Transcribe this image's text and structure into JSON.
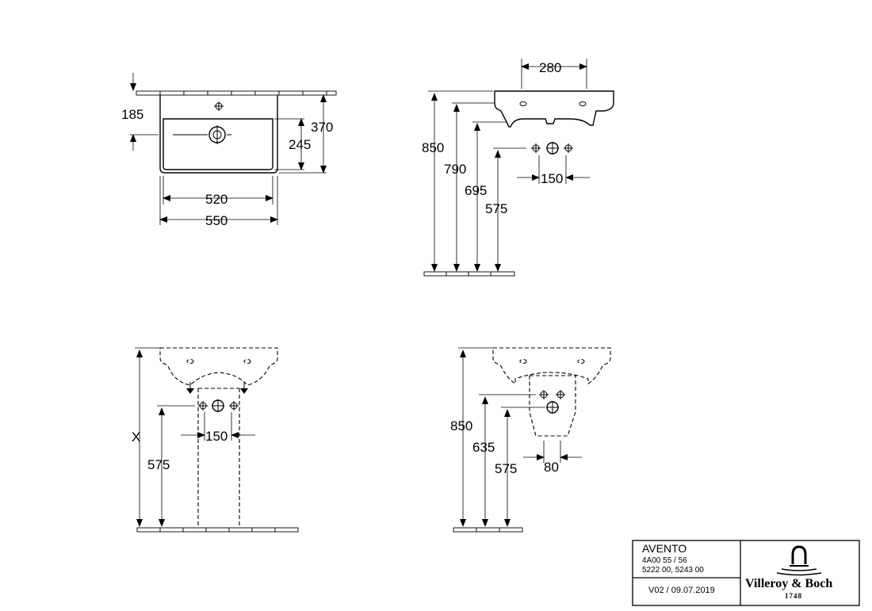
{
  "views": {
    "top": {
      "depth_total": "370",
      "depth_inner": "245",
      "tap_offset": "185",
      "width_inner": "520",
      "width_total": "550"
    },
    "side": {
      "depth": "280",
      "rim_height": "850",
      "bowl_height": "790",
      "trap_height": "695",
      "supply_height": "575",
      "supply_spacing": "150"
    },
    "front_pedestal": {
      "height_label": "X",
      "supply_height": "575",
      "supply_spacing": "150"
    },
    "front_semi_pedestal": {
      "rim_height": "850",
      "waste_height": "635",
      "supply_height": "575",
      "supply_spacing": "80"
    }
  },
  "title_block": {
    "product": "AVENTO",
    "codes_line1": "4A00 55 / 56",
    "codes_line2": "5222 00, 5243 00",
    "version": "V02 / 09.07.2019",
    "brand": "Villeroy & Boch",
    "year": "1748"
  }
}
